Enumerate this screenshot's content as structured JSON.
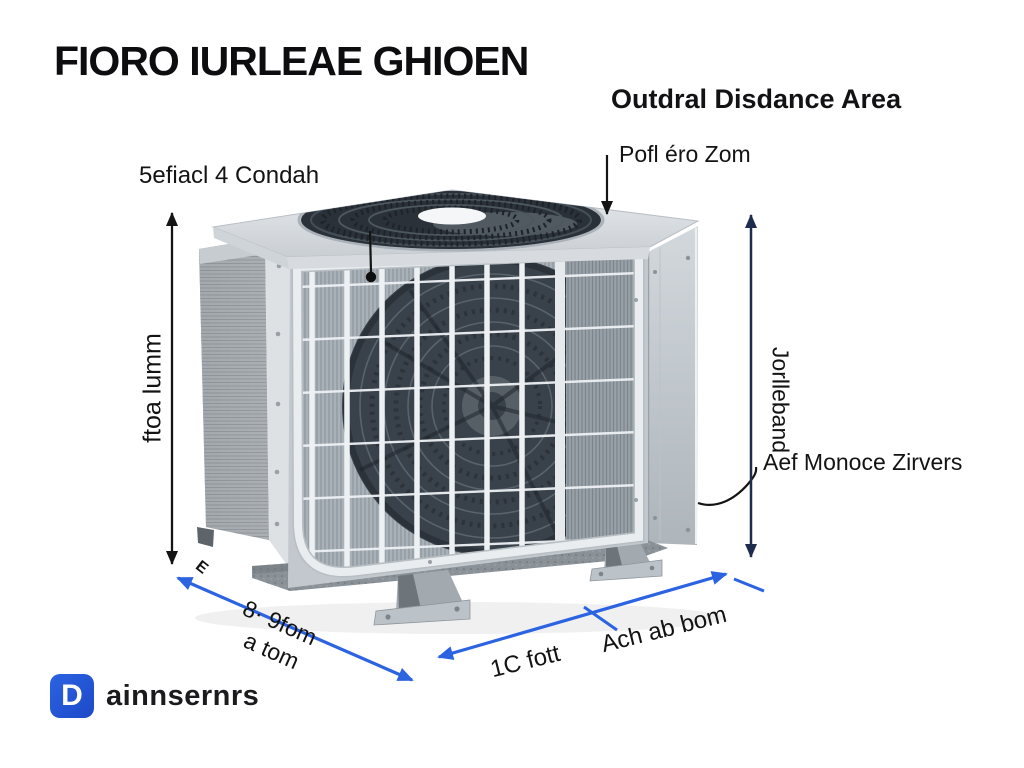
{
  "header": {
    "title": "FIORO IURLEAE GHIOEN"
  },
  "clearance": {
    "heading": "Outdral Disdance Area",
    "top_label": "Pofl éro Zom",
    "fan_label": "5efiacl 4 Condah",
    "side_label": "Aef Monoce Zirvers"
  },
  "dimensions": {
    "left_vertical": "ftoa lumm",
    "right_vertical": "Jorlleband",
    "diagonal_line1": "8· 9fom",
    "diagonal_line2": "a tom",
    "diagonal_tick": "E",
    "bottom_left": "1C fott",
    "bottom_right": "Ach ab bom"
  },
  "brand": {
    "logo_letter": "D",
    "name": "ainnsernrs"
  },
  "colors": {
    "ink": "#141414",
    "dimension_blue": "#2b63e1",
    "dimension_navy": "#1e2c4e",
    "logo_blue": "#2156d8",
    "unit_light": "#dde1e5",
    "unit_dark": "#2a3138"
  }
}
